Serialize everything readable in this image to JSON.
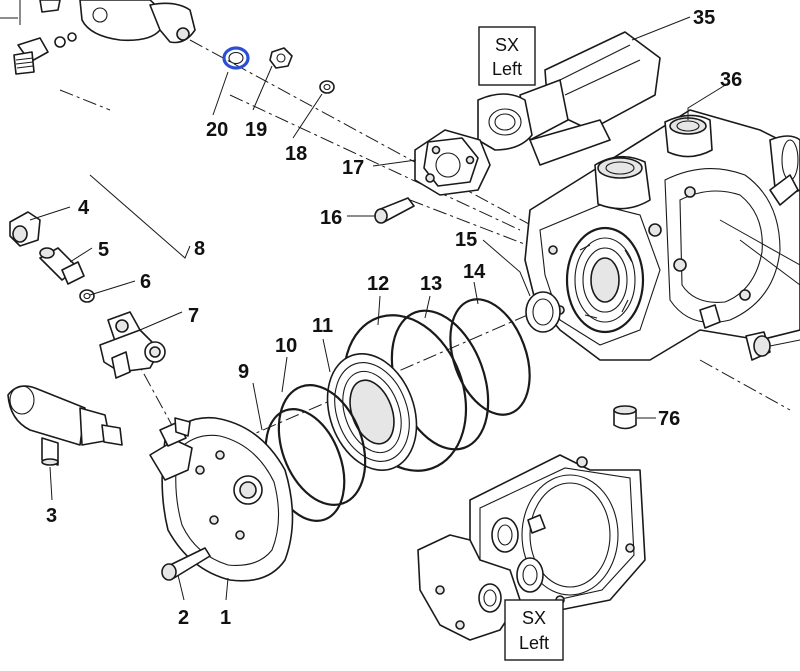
{
  "callouts": {
    "n1": "1",
    "n2": "2",
    "n3": "3",
    "n4": "4",
    "n5": "5",
    "n6": "6",
    "n7": "7",
    "n8": "8",
    "n9": "9",
    "n10": "10",
    "n11": "11",
    "n12": "12",
    "n13": "13",
    "n14": "14",
    "n15": "15",
    "n16": "16",
    "n17": "17",
    "n18": "18",
    "n19": "19",
    "n20": "20",
    "n35": "35",
    "n36": "36",
    "n76": "76"
  },
  "side_labels": {
    "top": {
      "line1": "SX",
      "line2": "Left"
    },
    "bottom": {
      "line1": "SX",
      "line2": "Left"
    }
  },
  "colors": {
    "highlight": "#2a4fd6",
    "ink": "#1a1a1a",
    "background": "#ffffff"
  }
}
